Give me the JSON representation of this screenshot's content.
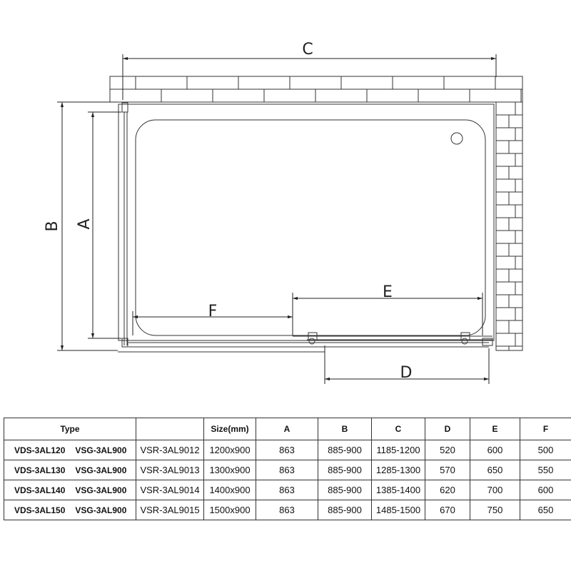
{
  "drawing": {
    "dimension_labels": {
      "a": "A",
      "b": "B",
      "c": "C",
      "d": "D",
      "e": "E",
      "f": "F"
    }
  },
  "table": {
    "headers": [
      "Type",
      "",
      "Size(mm)",
      "A",
      "B",
      "C",
      "D",
      "E",
      "F"
    ],
    "rows": [
      {
        "model": "VDS-3AL120",
        "glass": "VSG-3AL900",
        "code": "VSR-3AL9012",
        "size": "1200x900",
        "a": "863",
        "b": "885-900",
        "c": "1185-1200",
        "d": "520",
        "e": "600",
        "f": "500"
      },
      {
        "model": "VDS-3AL130",
        "glass": "VSG-3AL900",
        "code": "VSR-3AL9013",
        "size": "1300x900",
        "a": "863",
        "b": "885-900",
        "c": "1285-1300",
        "d": "570",
        "e": "650",
        "f": "550"
      },
      {
        "model": "VDS-3AL140",
        "glass": "VSG-3AL900",
        "code": "VSR-3AL9014",
        "size": "1400x900",
        "a": "863",
        "b": "885-900",
        "c": "1385-1400",
        "d": "620",
        "e": "700",
        "f": "600"
      },
      {
        "model": "VDS-3AL150",
        "glass": "VSG-3AL900",
        "code": "VSR-3AL9015",
        "size": "1500x900",
        "a": "863",
        "b": "885-900",
        "c": "1485-1500",
        "d": "670",
        "e": "750",
        "f": "650"
      }
    ]
  }
}
